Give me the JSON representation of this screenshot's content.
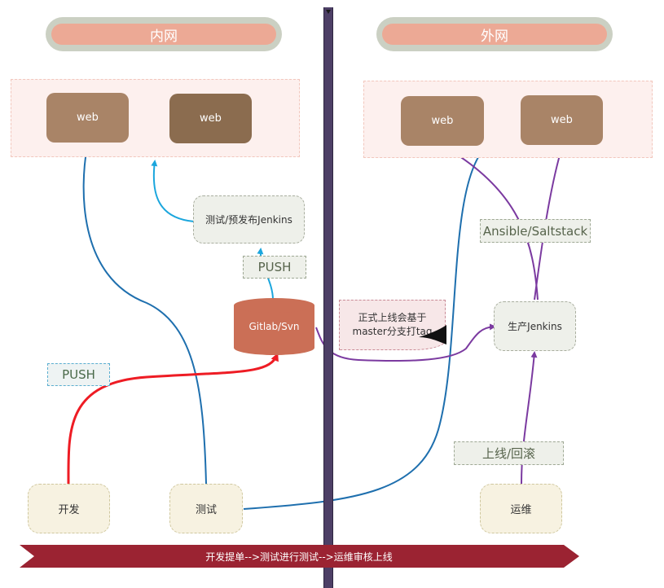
{
  "zones": {
    "internal": "内网",
    "external": "外网"
  },
  "internal_webs": [
    "web",
    "web"
  ],
  "external_webs": [
    "web",
    "web"
  ],
  "test_jenkins": "测试/预发布Jenkins",
  "push_top": "PUSH",
  "push_left": "PUSH",
  "repo": "Gitlab/Svn",
  "note_lines": [
    "正式上线会基于",
    "master分支打tag"
  ],
  "prod_jenkins": "生产Jenkins",
  "ansible": "Ansible/Saltstack",
  "release": "上线/回滚",
  "roles": {
    "dev": "开发",
    "test": "测试",
    "ops": "运维"
  },
  "flow_banner": "开发提单-->测试进行测试-->运维审核上线",
  "colors": {
    "blue_line": "#1e6fae",
    "light_blue_line": "#1ba6dd",
    "red_line": "#ee1c24",
    "purple_line": "#7b3aa0",
    "banner": "#9b2332",
    "divider": "#4d3f66"
  }
}
